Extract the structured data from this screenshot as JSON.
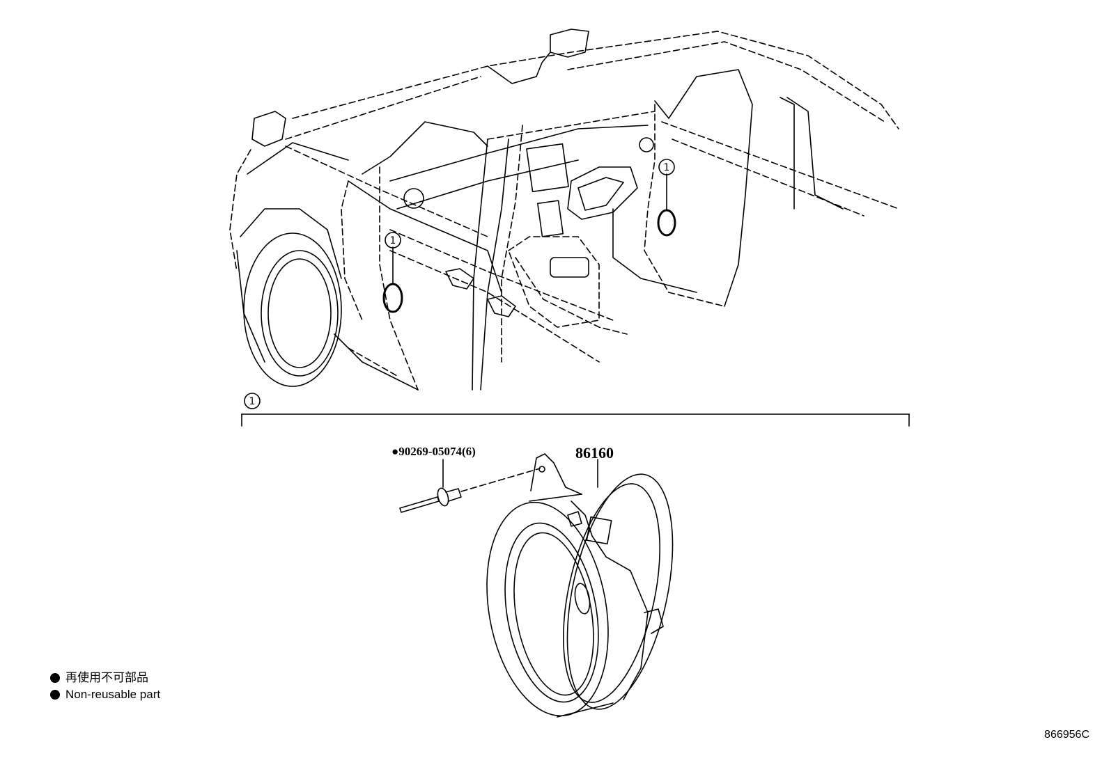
{
  "callouts": {
    "door_left": "1",
    "door_right": "1",
    "section": "1"
  },
  "parts": {
    "rivet": {
      "non_reusable_marker": "●",
      "number": "90269-05074",
      "quantity": "(6)"
    },
    "speaker": {
      "number": "86160"
    }
  },
  "legend": {
    "marker": "●",
    "items": [
      {
        "text": "再使用不可部品"
      },
      {
        "text": "Non-reusable part"
      }
    ]
  },
  "diagram_id": "866956C"
}
